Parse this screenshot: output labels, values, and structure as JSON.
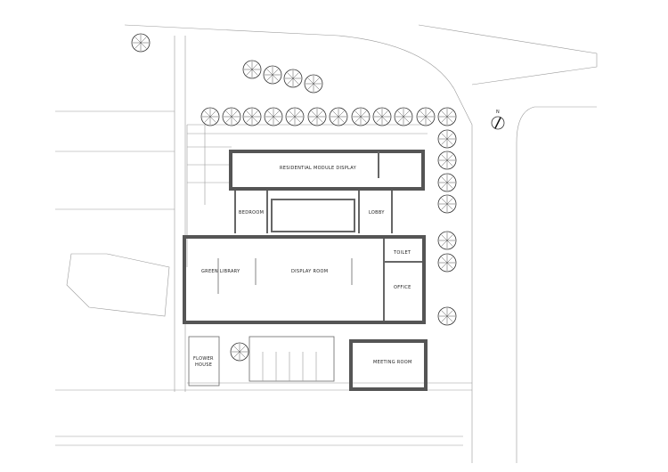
{
  "plan": {
    "rooms": {
      "residential_module_display": "RESIDENTIAL MODULE DISPLAY",
      "bedroom": "BEDROOM",
      "lobby": "LOBBY",
      "green_library": "GREEN LIBRARY",
      "display_room": "DISPLAY ROOM",
      "toilet": "TOILET",
      "office": "OFFICE",
      "flower_house_1": "FLOWER",
      "flower_house_2": "HOUSE",
      "meeting_room": "MEETING ROOM"
    },
    "north_label": "N"
  }
}
